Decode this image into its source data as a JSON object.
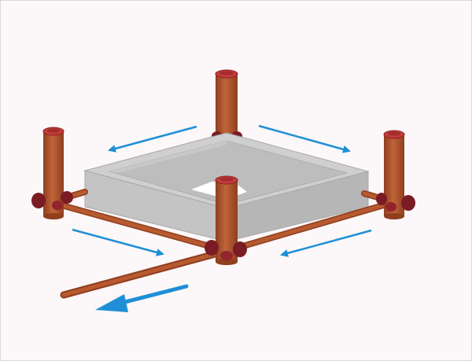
{
  "diagram": {
    "subject": "foundation-drainage-pipe-loop",
    "colors": {
      "background": "#fcf7f8",
      "border": "#d9d9d9",
      "foundation_top": "#cfcfcf",
      "foundation_inner": "#bdbdbd",
      "foundation_left": "#c4c4c4",
      "foundation_front": "#b6b6b6",
      "pipe": "#b85a30",
      "pipe_dark": "#8f3f1e",
      "pipe_cap": "#c23c3c",
      "pipe_cap_rim": "#8d1f1f",
      "fitting": "#7a1c24",
      "arrow": "#1e8fd6"
    },
    "posts": [
      {
        "id": "back"
      },
      {
        "id": "left"
      },
      {
        "id": "right"
      },
      {
        "id": "front"
      }
    ],
    "flow_arrows": [
      {
        "id": "back-left-edge",
        "direction": "toward-left"
      },
      {
        "id": "back-right-edge",
        "direction": "toward-right"
      },
      {
        "id": "front-left-edge",
        "direction": "toward-front"
      },
      {
        "id": "front-right-edge",
        "direction": "toward-front"
      },
      {
        "id": "outlet",
        "direction": "toward-outlet",
        "emphasis": "large"
      }
    ]
  }
}
